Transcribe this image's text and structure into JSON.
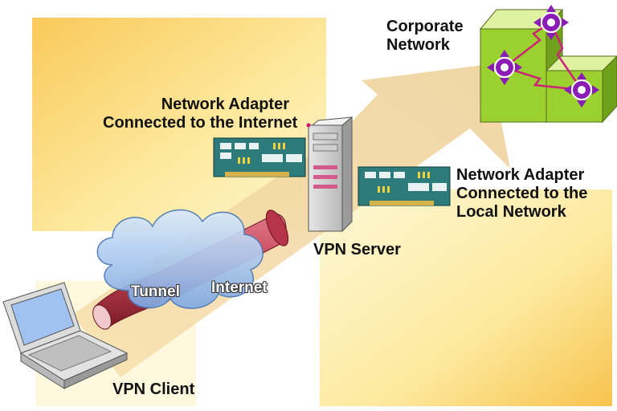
{
  "labels": {
    "corporate_network": [
      "Corporate",
      "Network"
    ],
    "adapter_internet": [
      "Network Adapter",
      "Connected to the Internet"
    ],
    "adapter_local": [
      "Network Adapter",
      "Connected to the",
      "Local Network"
    ],
    "vpn_server": "VPN Server",
    "vpn_client": "VPN Client",
    "tunnel": "Tunnel",
    "internet": "Internet"
  },
  "colors": {
    "panel_light": "#fdf3c0",
    "panel_dark": "#f9c95a",
    "arrow": "#f3d9a4",
    "tunnel": "#c94a5c",
    "cloud": "#a9c9f0",
    "cube_top": "#dff2a0",
    "cube_front": "#9bd12e",
    "cube_side": "#6fa11a",
    "router": "#8a1db5",
    "link": "#cc2277",
    "nic_board": "#2d7b7b"
  }
}
